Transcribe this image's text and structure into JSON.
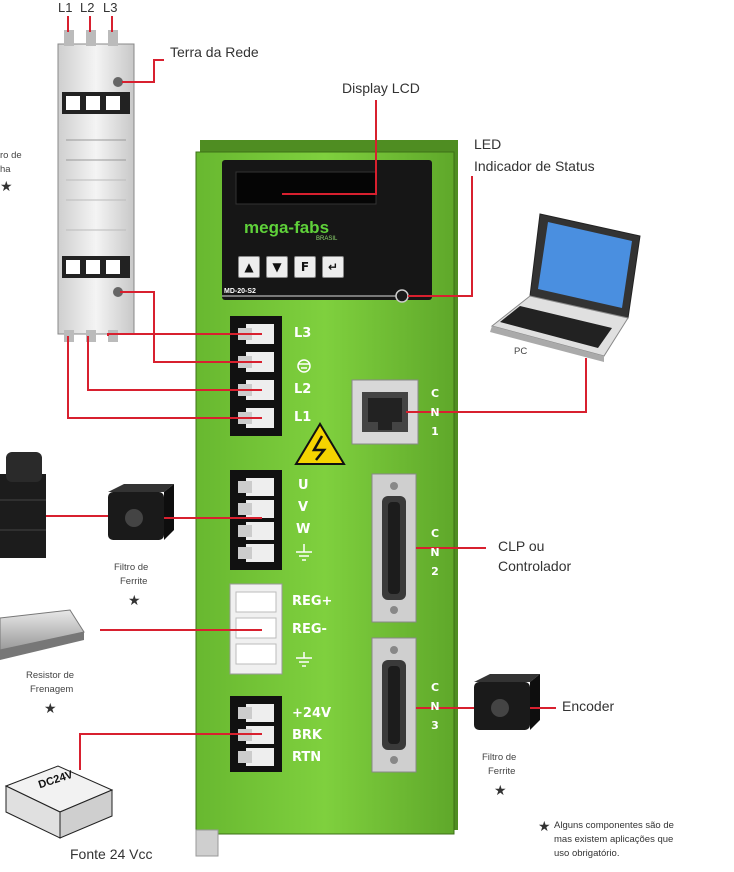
{
  "inputs": {
    "l1": "L1",
    "l2": "L2",
    "l3": "L3"
  },
  "labels": {
    "terra": "Terra da Rede",
    "display": "Display LCD",
    "led_line1": "LED",
    "led_line2": "Indicador de Status",
    "pc": "PC",
    "clp_line1": "CLP ou",
    "clp_line2": "Controlador",
    "encoder": "Encoder",
    "fonte": "Fonte 24 Vcc",
    "filtro_linha_1": "ro de",
    "filtro_linha_2": "ha",
    "filtro_ferrite_1": "Filtro de",
    "filtro_ferrite_2": "Ferrite",
    "resistor_1": "Resistor de",
    "resistor_2": "Frenagem",
    "dc24v": "DC24V",
    "note_line1": "Alguns componentes são de",
    "note_line2": "mas existem aplicações que",
    "note_line3": "uso obrigatório.",
    "star": "★"
  },
  "driver": {
    "brand": "mega-fabs",
    "brand_sub": "BRASIL",
    "model": "MD-20-S2",
    "keys": [
      "▲",
      "▼",
      "F",
      "↵"
    ],
    "power_terminals": [
      "L3",
      "⏚",
      "L2",
      "L1"
    ],
    "motor_terminals": [
      "U",
      "V",
      "W",
      "⏚"
    ],
    "reg_terminals": [
      "REG+",
      "REG-",
      "⏚"
    ],
    "aux_terminals": [
      "+24V",
      "BRK",
      "RTN"
    ],
    "cn1": [
      "C",
      "N",
      "1"
    ],
    "cn2": [
      "C",
      "N",
      "2"
    ],
    "cn3": [
      "C",
      "N",
      "3"
    ]
  },
  "colors": {
    "driver_green": "#77c83a",
    "wire_red": "#d8202f",
    "panel_black": "#161616"
  }
}
